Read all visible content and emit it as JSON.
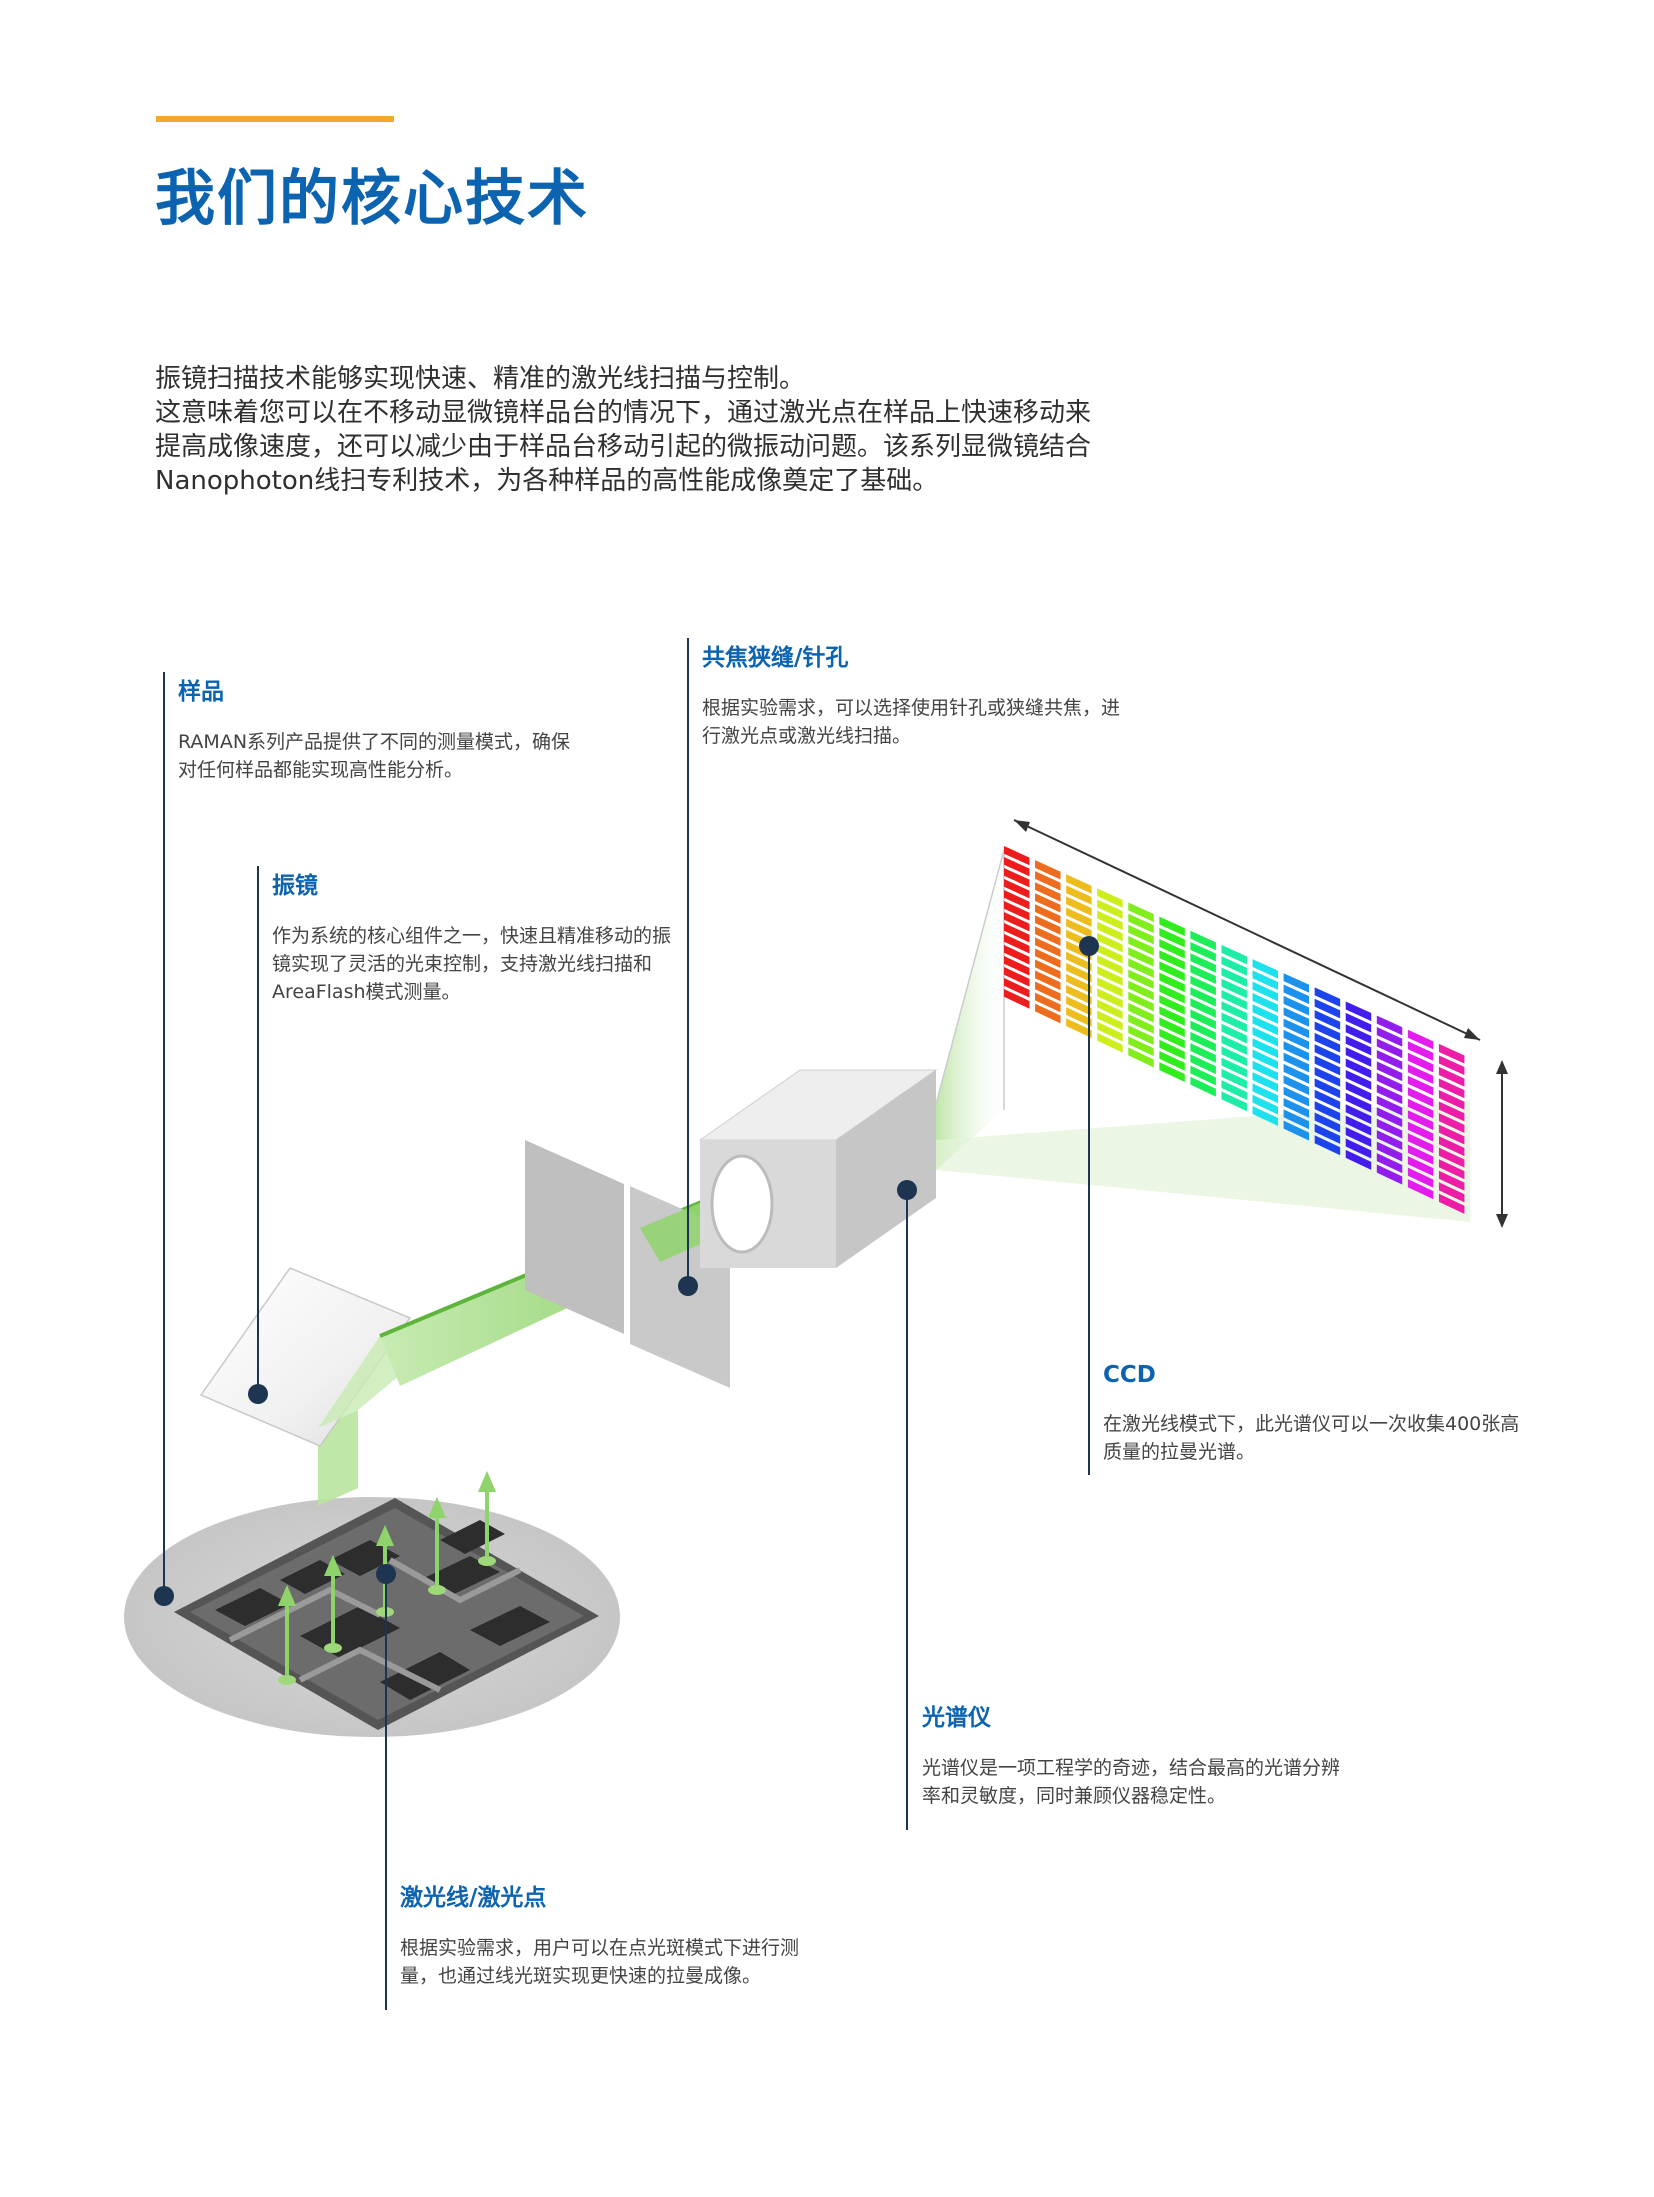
{
  "header": {
    "title": "我们的核心技术",
    "accent_color": "#f2a72e",
    "title_color": "#0c64b0"
  },
  "intro": {
    "lines": [
      "振镜扫描技术能够实现快速、精准的激光线扫描与控制。",
      "这意味着您可以在不移动显微镜样品台的情况下，通过激光点在样品上快速移动来",
      "提高成像速度，还可以减少由于样品台移动引起的微振动问题。该系列显微镜结合",
      "Nanophoton线扫专利技术，为各种样品的高性能成像奠定了基础。"
    ]
  },
  "callouts": {
    "yangpin": {
      "title": "样品",
      "body": "RAMAN系列产品提供了不同的测量模式，确保对任何样品都能实现高性能分析。"
    },
    "zhenjing": {
      "title": "振镜",
      "body": "作为系统的核心组件之一，快速且精准移动的振镜实现了灵活的光束控制，支持激光线扫描和AreaFlash模式测量。"
    },
    "gongjiao": {
      "title": "共焦狭缝/针孔",
      "body": "根据实验需求，可以选择使用针孔或狭缝共焦，进行激光点或激光线扫描。"
    },
    "ccd": {
      "title": "CCD",
      "body": "在激光线模式下，此光谱仪可以一次收集400张高质量的拉曼光谱。"
    },
    "guangpuyi": {
      "title": "光谱仪",
      "body": "光谱仪是一项工程学的奇迹，结合最高的光谱分辨率和灵敏度，同时兼顾仪器稳定性。"
    },
    "jiguang": {
      "title": "激光线/激光点",
      "body": "根据实验需求，用户可以在点光斑模式下进行测量，也通过线光斑实现更快速的拉曼成像。"
    }
  },
  "colors": {
    "marker": "#1d3550",
    "leader_line": "#1d3550",
    "laser_green": "#8fd36b",
    "box_gray": "#d4d4d4"
  }
}
